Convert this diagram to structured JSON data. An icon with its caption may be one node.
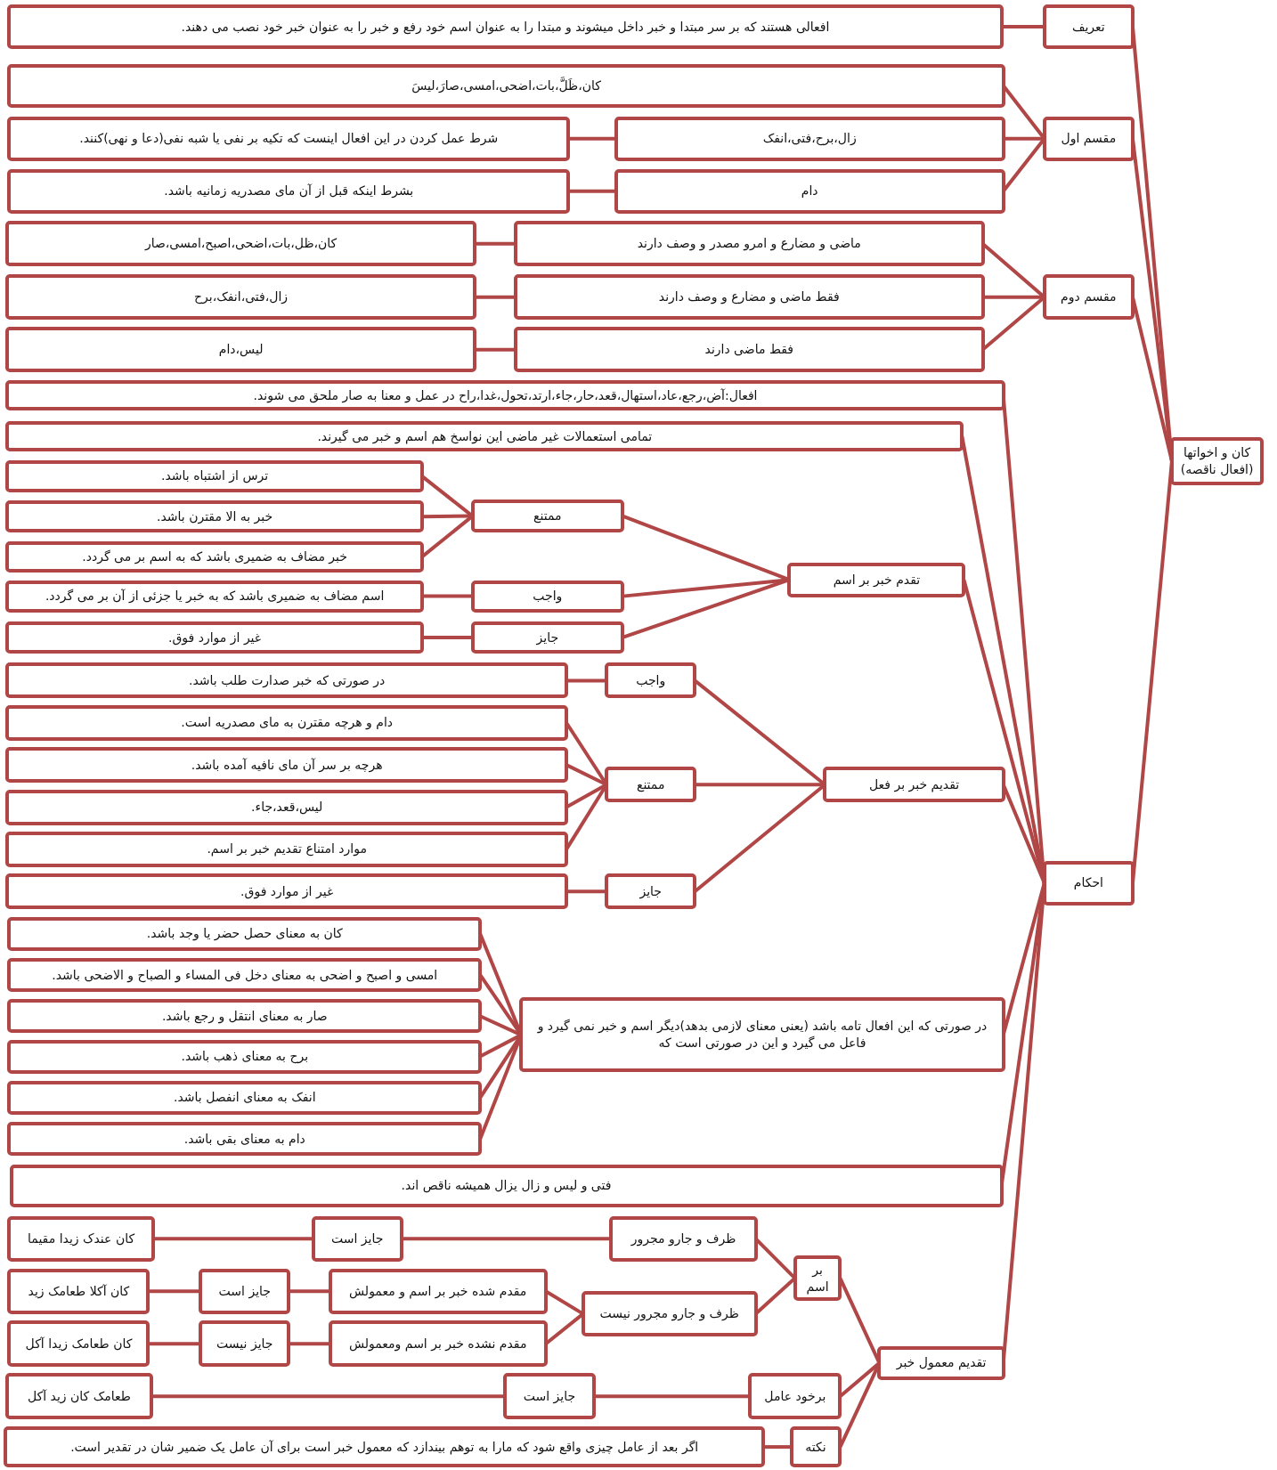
{
  "diagram": {
    "nodes": [
      {
        "text": [
          "کان و اخواتها (افعال ناقصه)"
        ]
      },
      {
        "text": [
          "تعریف"
        ]
      },
      {
        "text": [
          "افعالی هستند که بر سر مبتدا و خبر داخل میشوند و مبتدا را به عنوان اسم خود رفع و خبر را به عنوان خبر خود نصب می دهند."
        ]
      },
      {
        "text": [
          "مقسم اول"
        ]
      },
      {
        "text": [
          "کان،ظَلَّ،بات،اضحی،امسی،صارَ،لیسَ"
        ]
      },
      {
        "text": [
          "زال،برح،فتی،انفک"
        ]
      },
      {
        "text": [
          "شرط عمل کردن در این افعال اینست که تکیه بر نفی یا شبه نفی(دعا و نهی)کنند."
        ]
      },
      {
        "text": [
          "دام"
        ]
      },
      {
        "text": [
          "بشرط اینکه قبل از آن مای مصدریه زمانیه باشد."
        ]
      },
      {
        "text": [
          "مقسم دوم"
        ]
      },
      {
        "text": [
          "ماضی و مضارع و امرو مصدر و وصف دارند"
        ]
      },
      {
        "text": [
          "کان،ظل،بات،اضحی،اصبح،امسی،صار"
        ]
      },
      {
        "text": [
          "فقط ماضی و مضارع و وصف دارند"
        ]
      },
      {
        "text": [
          "زال،فتی،انفک،برح"
        ]
      },
      {
        "text": [
          "فقط ماضی دارند"
        ]
      },
      {
        "text": [
          "لیس،دام"
        ]
      },
      {
        "text": [
          "احکام"
        ]
      },
      {
        "text": [
          "افعال:آض،رجع،عاد،استهال،قعد،حار،جاء،ارتد،تحول،غدا،راح در عمل و معنا به صار ملحق می شوند."
        ]
      },
      {
        "text": [
          "تمامی استعمالات غیر ماضی این نواسخ هم اسم و خبر می گیرند."
        ]
      },
      {
        "text": [
          "تقدم خبر بر اسم"
        ]
      },
      {
        "text": [
          "ممتنع"
        ]
      },
      {
        "text": [
          "ترس از اشتباه باشد."
        ]
      },
      {
        "text": [
          "خبر به الا مقترن باشد."
        ]
      },
      {
        "text": [
          "خبر مضاف به ضمیری باشد که به اسم بر می گردد."
        ]
      },
      {
        "text": [
          "واجب"
        ]
      },
      {
        "text": [
          "اسم مضاف به ضمیری باشد که به خبر یا جزئی از آن بر می گردد."
        ]
      },
      {
        "text": [
          "جایز"
        ]
      },
      {
        "text": [
          "غیر از موارد فوق."
        ]
      },
      {
        "text": [
          "تقدیم خبر بر فعل"
        ]
      },
      {
        "text": [
          "واجب"
        ]
      },
      {
        "text": [
          "در صورتی که خبر صدارت طلب باشد."
        ]
      },
      {
        "text": [
          "ممتنع"
        ]
      },
      {
        "text": [
          "دام و هرچه مقترن به مای مصدریه است."
        ]
      },
      {
        "text": [
          "هرچه بر سر آن مای نافیه آمده باشد."
        ]
      },
      {
        "text": [
          "لیس،قعد،جاء."
        ]
      },
      {
        "text": [
          "موارد امتناع تقدیم خبر بر اسم."
        ]
      },
      {
        "text": [
          "جایز"
        ]
      },
      {
        "text": [
          "غیر از موارد فوق."
        ]
      },
      {
        "text": [
          "در صورتی که این افعال تامه باشد (یعنی معنای لازمی بدهد)دیگر اسم و خبر نمی گیرد و فاعل می گیرد و این در صورتی است که"
        ]
      },
      {
        "text": [
          "کان به معنای حصل حضر یا وجد باشد."
        ]
      },
      {
        "text": [
          "امسی و اصبح و اضحی به معنای دخل فی المساء و الصباح و الاضحی باشد."
        ]
      },
      {
        "text": [
          "صار به معنای انتقل و رجع باشد."
        ]
      },
      {
        "text": [
          "برح به معنای ذهب باشد."
        ]
      },
      {
        "text": [
          "انفک به معنای انفصل باشد."
        ]
      },
      {
        "text": [
          "دام به معنای بقی باشد."
        ]
      },
      {
        "text": [
          "فتی و لیس و زال یزال همیشه ناقص اند."
        ]
      },
      {
        "text": [
          "تقدیم معمول خبر"
        ]
      },
      {
        "text": [
          "بر اسم"
        ]
      },
      {
        "text": [
          "ظرف و جارو مجرور"
        ]
      },
      {
        "text": [
          "جایز است"
        ]
      },
      {
        "text": [
          "کان عندک زیدا مقیما"
        ]
      },
      {
        "text": [
          "ظرف و جارو مجرور نیست"
        ]
      },
      {
        "text": [
          "مقدم شده خبر بر اسم و معمولش"
        ]
      },
      {
        "text": [
          "جایز است"
        ]
      },
      {
        "text": [
          "کان آکلا طعامک زید"
        ]
      },
      {
        "text": [
          "مقدم نشده خبر بر اسم ومعمولش"
        ]
      },
      {
        "text": [
          "جایز نیست"
        ]
      },
      {
        "text": [
          "کان طعامک زیدا آکل"
        ]
      },
      {
        "text": [
          "برخود عامل"
        ]
      },
      {
        "text": [
          "جایز است"
        ]
      },
      {
        "text": [
          "طعامک کان زید آکل"
        ]
      },
      {
        "text": [
          "نکته"
        ]
      },
      {
        "text": [
          "اگر بعد از عامل چیزی واقع شود که مارا به توهم بیندازد که معمول خبر است برای آن عامل یک ضمیر شان در تقدیر است."
        ]
      }
    ],
    "edges": [
      {
        "from": 0,
        "to": 1,
        "arrow": "none"
      },
      {
        "from": 0,
        "to": 3,
        "arrow": "none"
      },
      {
        "from": 0,
        "to": 9,
        "arrow": "none"
      },
      {
        "from": 0,
        "to": 16,
        "arrow": "none"
      },
      {
        "from": 1,
        "to": 2,
        "arrow": "none"
      },
      {
        "from": 3,
        "to": 4,
        "arrow": "none"
      },
      {
        "from": 3,
        "to": 5,
        "arrow": "none"
      },
      {
        "from": 3,
        "to": 7,
        "arrow": "none"
      },
      {
        "from": 5,
        "to": 6,
        "arrow": "none"
      },
      {
        "from": 7,
        "to": 8,
        "arrow": "none"
      },
      {
        "from": 9,
        "to": 10,
        "arrow": "none"
      },
      {
        "from": 9,
        "to": 12,
        "arrow": "none"
      },
      {
        "from": 9,
        "to": 14,
        "arrow": "none"
      },
      {
        "from": 10,
        "to": 11,
        "arrow": "none"
      },
      {
        "from": 12,
        "to": 13,
        "arrow": "none"
      },
      {
        "from": 14,
        "to": 15,
        "arrow": "none"
      },
      {
        "from": 16,
        "to": 17,
        "arrow": "none"
      },
      {
        "from": 16,
        "to": 18,
        "arrow": "none"
      },
      {
        "from": 16,
        "to": 19,
        "arrow": "none"
      },
      {
        "from": 16,
        "to": 28,
        "arrow": "none"
      },
      {
        "from": 16,
        "to": 38,
        "arrow": "none"
      },
      {
        "from": 16,
        "to": 45,
        "arrow": "none"
      },
      {
        "from": 16,
        "to": 46,
        "arrow": "none"
      },
      {
        "from": 19,
        "to": 20,
        "arrow": "none"
      },
      {
        "from": 19,
        "to": 24,
        "arrow": "none"
      },
      {
        "from": 19,
        "to": 26,
        "arrow": "none"
      },
      {
        "from": 20,
        "to": 21,
        "arrow": "none"
      },
      {
        "from": 20,
        "to": 22,
        "arrow": "none"
      },
      {
        "from": 20,
        "to": 23,
        "arrow": "none"
      },
      {
        "from": 24,
        "to": 25,
        "arrow": "none"
      },
      {
        "from": 26,
        "to": 27,
        "arrow": "none"
      },
      {
        "from": 28,
        "to": 29,
        "arrow": "none"
      },
      {
        "from": 28,
        "to": 31,
        "arrow": "none"
      },
      {
        "from": 28,
        "to": 36,
        "arrow": "none"
      },
      {
        "from": 29,
        "to": 30,
        "arrow": "none"
      },
      {
        "from": 31,
        "to": 32,
        "arrow": "none"
      },
      {
        "from": 31,
        "to": 33,
        "arrow": "none"
      },
      {
        "from": 31,
        "to": 34,
        "arrow": "none"
      },
      {
        "from": 31,
        "to": 35,
        "arrow": "none"
      },
      {
        "from": 36,
        "to": 37,
        "arrow": "none"
      },
      {
        "from": 38,
        "to": 39,
        "arrow": "none"
      },
      {
        "from": 38,
        "to": 40,
        "arrow": "none"
      },
      {
        "from": 38,
        "to": 41,
        "arrow": "none"
      },
      {
        "from": 38,
        "to": 42,
        "arrow": "none"
      },
      {
        "from": 38,
        "to": 43,
        "arrow": "none"
      },
      {
        "from": 38,
        "to": 44,
        "arrow": "none"
      },
      {
        "from": 46,
        "to": 47,
        "arrow": "none"
      },
      {
        "from": 46,
        "to": 58,
        "arrow": "none"
      },
      {
        "from": 46,
        "to": 61,
        "arrow": "none"
      },
      {
        "from": 47,
        "to": 48,
        "arrow": "none"
      },
      {
        "from": 47,
        "to": 51,
        "arrow": "none"
      },
      {
        "from": 48,
        "to": 49,
        "arrow": "none"
      },
      {
        "from": 49,
        "to": 50,
        "arrow": "none"
      },
      {
        "from": 51,
        "to": 52,
        "arrow": "none"
      },
      {
        "from": 51,
        "to": 55,
        "arrow": "none"
      },
      {
        "from": 52,
        "to": 53,
        "arrow": "none"
      },
      {
        "from": 53,
        "to": 54,
        "arrow": "none"
      },
      {
        "from": 55,
        "to": 56,
        "arrow": "none"
      },
      {
        "from": 56,
        "to": 57,
        "arrow": "none"
      },
      {
        "from": 58,
        "to": 59,
        "arrow": "none"
      },
      {
        "from": 59,
        "to": 60,
        "arrow": "none"
      },
      {
        "from": 61,
        "to": 62,
        "arrow": "none"
      }
    ]
  }
}
